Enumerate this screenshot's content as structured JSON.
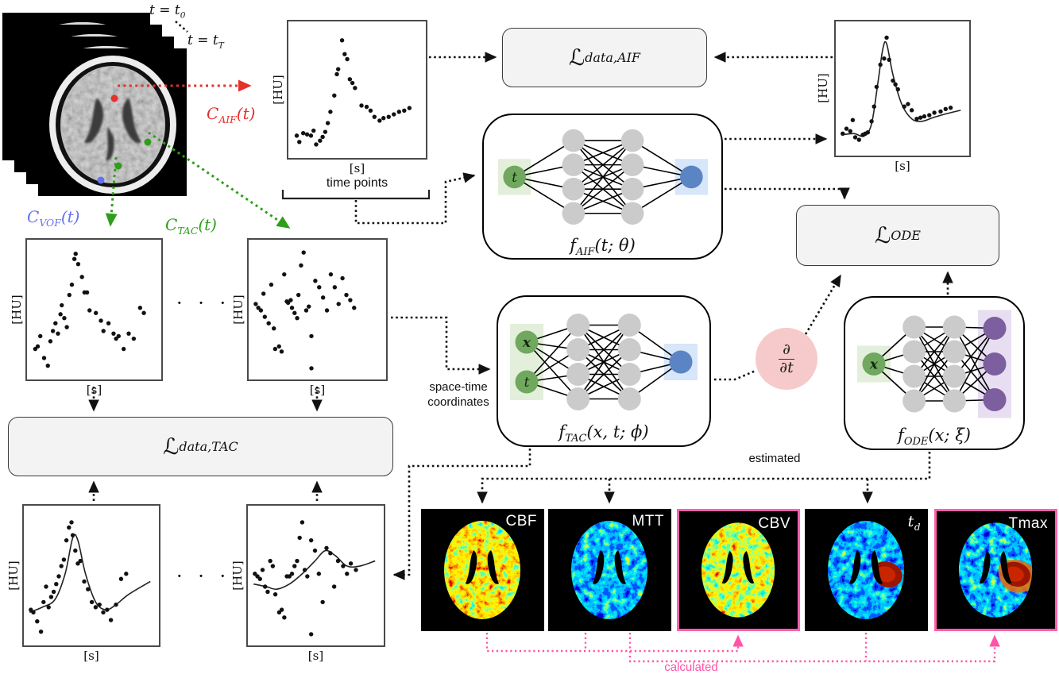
{
  "colors": {
    "red": "#e4312b",
    "green": "#2f9e1a",
    "blue_label": "#6272f1",
    "pink": "#ff54a8",
    "pink_border": "#ff5fae",
    "loss_bg": "#f3f3f3",
    "node_gray": "#cbcbcb",
    "node_green": "#6fa85e",
    "node_green_bg": "#e3efda",
    "node_blue": "#5b84c4",
    "node_blue_bg": "#d7e6f8",
    "node_purple": "#7d5e9e",
    "node_purple_bg": "#e7def2",
    "pde_circle": "#f6caca"
  },
  "stack": {
    "t0_pre": "t = t",
    "t0_sub": "0",
    "tT_pre": "t = t",
    "tT_sub": "T"
  },
  "signals": {
    "aif": {
      "pre": "C",
      "sub": "AIF",
      "post": "(t)"
    },
    "vof": {
      "pre": "C",
      "sub": "VOF",
      "post": "(t)"
    },
    "tac": {
      "pre": "C",
      "sub": "TAC",
      "post": "(t)"
    }
  },
  "losses": {
    "data_aif": {
      "main": "ℒ",
      "sub": "data,AIF"
    },
    "ode": {
      "main": "ℒ",
      "sub": "ODE"
    },
    "data_tac": {
      "main": "ℒ",
      "sub": "data,TAC"
    }
  },
  "operator": {
    "num": "∂",
    "den": "∂t"
  },
  "annotations": {
    "time_points": "time points",
    "space_time_1": "space-time",
    "space_time_2": "coordinates",
    "estimated": "estimated",
    "calculated": "calculated",
    "dots": "· · ·"
  },
  "networks": {
    "aif": {
      "fname": "f",
      "fsub": "AIF",
      "args": "(t; θ)",
      "layers": [
        {
          "n": 1,
          "fill": "#6fa85e",
          "bg": "#e3efda",
          "labels": [
            "t"
          ]
        },
        {
          "n": 4,
          "fill": "#cbcbcb"
        },
        {
          "n": 4,
          "fill": "#cbcbcb"
        },
        {
          "n": 1,
          "fill": "#5b84c4",
          "bg": "#d7e6f8"
        }
      ]
    },
    "tac": {
      "fname": "f",
      "fsub": "TAC",
      "args": "(x, t; ϕ)",
      "layers": [
        {
          "n": 2,
          "fill": "#6fa85e",
          "bg": "#e3efda",
          "labels": [
            "x",
            "t"
          ]
        },
        {
          "n": 4,
          "fill": "#cbcbcb"
        },
        {
          "n": 4,
          "fill": "#cbcbcb"
        },
        {
          "n": 1,
          "fill": "#5b84c4",
          "bg": "#d7e6f8"
        }
      ]
    },
    "ode": {
      "fname": "f",
      "fsub": "ODE",
      "args": "(x; ξ)",
      "layers": [
        {
          "n": 1,
          "fill": "#6fa85e",
          "bg": "#e3efda",
          "labels": [
            "x"
          ]
        },
        {
          "n": 4,
          "fill": "#cbcbcb"
        },
        {
          "n": 4,
          "fill": "#cbcbcb"
        },
        {
          "n": 3,
          "fill": "#7d5e9e",
          "bg": "#e7def2"
        }
      ]
    }
  },
  "maps": [
    {
      "label": "CBF",
      "highlight": false,
      "render": {
        "seed": 3,
        "exp": 0.9,
        "amp": 1.25,
        "blob": "none"
      }
    },
    {
      "label": "MTT",
      "highlight": false,
      "render": {
        "seed": 7,
        "exp": 2.0,
        "amp": 1.05,
        "blob": "none"
      }
    },
    {
      "label": "CBV",
      "highlight": true,
      "render": {
        "seed": 11,
        "exp": 1.0,
        "amp": 1.2,
        "blob": "none"
      }
    },
    {
      "label_pre": "t",
      "label_sub": "d",
      "highlight": false,
      "render": {
        "seed": 19,
        "exp": 2.1,
        "amp": 1.05,
        "blob": "solid"
      }
    },
    {
      "label": "Tmax",
      "highlight": true,
      "render": {
        "seed": 23,
        "exp": 2.0,
        "amp": 1.05,
        "blob": "warm"
      }
    }
  ],
  "plots": {
    "aif_data": {
      "ylabel": "[HU]",
      "xlabel": "[s]",
      "points": [
        [
          4,
          14
        ],
        [
          6,
          9
        ],
        [
          9,
          16
        ],
        [
          12,
          15
        ],
        [
          15,
          14
        ],
        [
          17,
          18
        ],
        [
          19,
          7
        ],
        [
          22,
          10
        ],
        [
          24,
          13
        ],
        [
          26,
          17
        ],
        [
          28,
          24
        ],
        [
          30,
          33
        ],
        [
          33,
          46
        ],
        [
          35,
          63
        ],
        [
          36,
          67
        ],
        [
          39,
          90
        ],
        [
          41,
          79
        ],
        [
          43,
          75
        ],
        [
          45,
          59
        ],
        [
          47,
          56
        ],
        [
          49,
          52
        ],
        [
          54,
          38
        ],
        [
          58,
          37
        ],
        [
          61,
          34
        ],
        [
          64,
          29
        ],
        [
          68,
          26
        ],
        [
          71,
          28
        ],
        [
          75,
          29
        ],
        [
          79,
          31
        ],
        [
          83,
          33
        ],
        [
          87,
          34
        ],
        [
          91,
          36
        ]
      ]
    },
    "aif_fit": {
      "ylabel": "[HU]",
      "xlabel": "[s]",
      "points": [
        [
          3,
          14
        ],
        [
          6,
          18
        ],
        [
          9,
          16
        ],
        [
          11,
          25
        ],
        [
          13,
          11
        ],
        [
          16,
          9
        ],
        [
          19,
          13
        ],
        [
          21,
          14
        ],
        [
          23,
          15
        ],
        [
          26,
          24
        ],
        [
          28,
          36
        ],
        [
          30,
          52
        ],
        [
          33,
          70
        ],
        [
          36,
          75
        ],
        [
          38,
          92
        ],
        [
          40,
          74
        ],
        [
          43,
          57
        ],
        [
          45,
          54
        ],
        [
          47,
          50
        ],
        [
          52,
          36
        ],
        [
          55,
          38
        ],
        [
          58,
          33
        ],
        [
          62,
          26
        ],
        [
          65,
          27
        ],
        [
          68,
          28
        ],
        [
          72,
          29
        ],
        [
          76,
          31
        ],
        [
          81,
          32
        ],
        [
          85,
          34
        ],
        [
          89,
          35
        ]
      ],
      "curve": [
        [
          2,
          13
        ],
        [
          12,
          14
        ],
        [
          20,
          12
        ],
        [
          26,
          22
        ],
        [
          31,
          55
        ],
        [
          35,
          83
        ],
        [
          38,
          87
        ],
        [
          43,
          62
        ],
        [
          50,
          38
        ],
        [
          58,
          26
        ],
        [
          66,
          24
        ],
        [
          75,
          27
        ],
        [
          85,
          30
        ],
        [
          97,
          33
        ]
      ]
    },
    "tac1": {
      "ylabel": "[HU]",
      "xlabel": "[s]",
      "points": [
        [
          4,
          20
        ],
        [
          6,
          22
        ],
        [
          8,
          30
        ],
        [
          11,
          13
        ],
        [
          14,
          7
        ],
        [
          16,
          26
        ],
        [
          18,
          34
        ],
        [
          20,
          40
        ],
        [
          22,
          32
        ],
        [
          24,
          47
        ],
        [
          25,
          54
        ],
        [
          27,
          44
        ],
        [
          29,
          37
        ],
        [
          31,
          62
        ],
        [
          33,
          70
        ],
        [
          35,
          90
        ],
        [
          36,
          94
        ],
        [
          38,
          86
        ],
        [
          41,
          76
        ],
        [
          43,
          64
        ],
        [
          45,
          64
        ],
        [
          47,
          50
        ],
        [
          52,
          48
        ],
        [
          56,
          42
        ],
        [
          58,
          34
        ],
        [
          62,
          40
        ],
        [
          66,
          32
        ],
        [
          68,
          28
        ],
        [
          70,
          30
        ],
        [
          74,
          20
        ],
        [
          78,
          32
        ],
        [
          82,
          28
        ],
        [
          87,
          52
        ],
        [
          90,
          48
        ]
      ]
    },
    "tac2": {
      "ylabel": "[HU]",
      "xlabel": "[s]",
      "points": [
        [
          3,
          55
        ],
        [
          5,
          52
        ],
        [
          7,
          50
        ],
        [
          9,
          63
        ],
        [
          10,
          45
        ],
        [
          13,
          40
        ],
        [
          15,
          70
        ],
        [
          17,
          36
        ],
        [
          18,
          20
        ],
        [
          21,
          22
        ],
        [
          23,
          18
        ],
        [
          25,
          78
        ],
        [
          27,
          57
        ],
        [
          28,
          56
        ],
        [
          30,
          58
        ],
        [
          31,
          52
        ],
        [
          33,
          48
        ],
        [
          35,
          44
        ],
        [
          36,
          62
        ],
        [
          38,
          85
        ],
        [
          40,
          95
        ],
        [
          42,
          50
        ],
        [
          44,
          53
        ],
        [
          46,
          30
        ],
        [
          49,
          73
        ],
        [
          52,
          68
        ],
        [
          55,
          60
        ],
        [
          58,
          50
        ],
        [
          61,
          78
        ],
        [
          64,
          68
        ],
        [
          67,
          55
        ],
        [
          70,
          75
        ],
        [
          73,
          62
        ],
        [
          76,
          58
        ],
        [
          79,
          52
        ],
        [
          46,
          5
        ]
      ]
    },
    "tac_fit1": {
      "ylabel": "[HU]",
      "xlabel": "[s]",
      "points": [
        [
          3,
          24
        ],
        [
          5,
          22
        ],
        [
          8,
          15
        ],
        [
          11,
          7
        ],
        [
          13,
          30
        ],
        [
          15,
          42
        ],
        [
          17,
          26
        ],
        [
          19,
          34
        ],
        [
          21,
          38
        ],
        [
          23,
          44
        ],
        [
          25,
          50
        ],
        [
          27,
          58
        ],
        [
          29,
          63
        ],
        [
          31,
          78
        ],
        [
          33,
          88
        ],
        [
          35,
          92
        ],
        [
          36,
          82
        ],
        [
          38,
          70
        ],
        [
          40,
          60
        ],
        [
          42,
          62
        ],
        [
          45,
          46
        ],
        [
          48,
          40
        ],
        [
          51,
          30
        ],
        [
          54,
          26
        ],
        [
          57,
          28
        ],
        [
          60,
          22
        ],
        [
          63,
          24
        ],
        [
          66,
          16
        ],
        [
          70,
          28
        ],
        [
          74,
          48
        ],
        [
          78,
          52
        ]
      ],
      "curve": [
        [
          2,
          22
        ],
        [
          12,
          26
        ],
        [
          22,
          32
        ],
        [
          30,
          52
        ],
        [
          36,
          80
        ],
        [
          40,
          78
        ],
        [
          46,
          52
        ],
        [
          54,
          30
        ],
        [
          62,
          24
        ],
        [
          70,
          28
        ],
        [
          80,
          36
        ],
        [
          97,
          46
        ]
      ]
    },
    "tac_fit2": {
      "ylabel": "[HU]",
      "xlabel": "[s]",
      "points": [
        [
          3,
          52
        ],
        [
          5,
          50
        ],
        [
          7,
          48
        ],
        [
          9,
          55
        ],
        [
          11,
          42
        ],
        [
          13,
          38
        ],
        [
          15,
          62
        ],
        [
          17,
          58
        ],
        [
          19,
          36
        ],
        [
          22,
          22
        ],
        [
          24,
          24
        ],
        [
          26,
          18
        ],
        [
          28,
          50
        ],
        [
          30,
          50
        ],
        [
          32,
          52
        ],
        [
          34,
          58
        ],
        [
          36,
          62
        ],
        [
          38,
          80
        ],
        [
          40,
          92
        ],
        [
          42,
          55
        ],
        [
          44,
          50
        ],
        [
          47,
          78
        ],
        [
          50,
          70
        ],
        [
          53,
          52
        ],
        [
          56,
          30
        ],
        [
          59,
          72
        ],
        [
          62,
          68
        ],
        [
          65,
          42
        ],
        [
          68,
          62
        ],
        [
          72,
          58
        ],
        [
          75,
          52
        ],
        [
          78,
          60
        ],
        [
          82,
          55
        ],
        [
          47,
          5
        ]
      ],
      "curve": [
        [
          2,
          44
        ],
        [
          12,
          42
        ],
        [
          20,
          40
        ],
        [
          30,
          44
        ],
        [
          40,
          52
        ],
        [
          50,
          62
        ],
        [
          58,
          70
        ],
        [
          66,
          66
        ],
        [
          75,
          58
        ],
        [
          85,
          58
        ],
        [
          97,
          62
        ]
      ]
    }
  }
}
